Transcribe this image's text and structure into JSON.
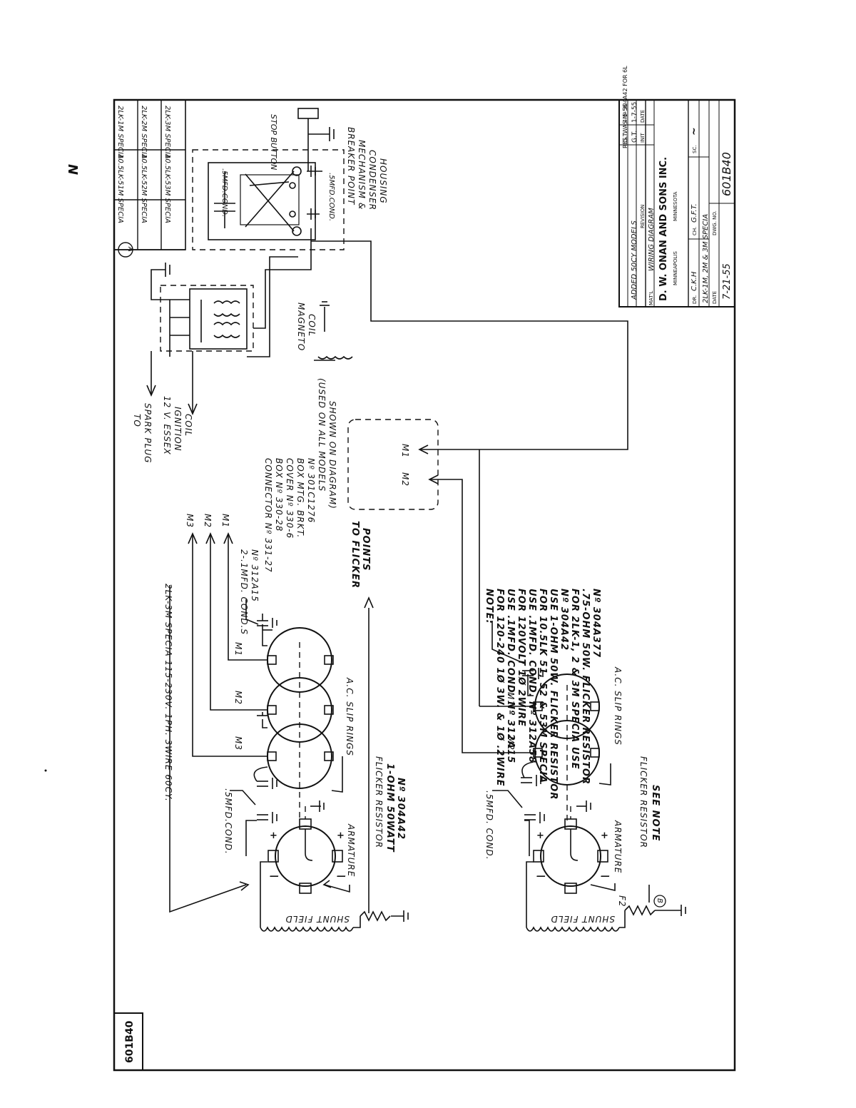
{
  "stray_mark": "N",
  "side_tab": "601B40",
  "model_table": {
    "circle_label": "A",
    "rows": [
      [
        "10.5LK-51M SPECIA",
        "2LK-1M SPECIA"
      ],
      [
        "10.5LK-52M SPECIA",
        "2LK-2M SPECIA"
      ],
      [
        "10.5LK-53M SPECIA",
        "2LK-3M SPECIA"
      ]
    ]
  },
  "title_block": {
    "rev_b": "RES. WAS Nº 304A42 FOR 6L",
    "rev_b_init": "G.T.",
    "rev_b_date": "4-5-56",
    "rev_a": "ADDED 50CY MODELS",
    "rev_a_init": "G.T.",
    "rev_a_date": "1-7-55",
    "rev_header": "REVISION",
    "init_header": "INIT",
    "date_header": "DATE",
    "matl": "MAT'L",
    "title": "WIRING DIAGRAM",
    "company": "D. W. ONAN AND SONS INC.",
    "city": "MINNEAPOLIS",
    "state": "MINNESOTA",
    "dr_label": "DR.",
    "dr": "C.K.H",
    "ch_label": "CH.",
    "ch": "G.F.T.",
    "sc_label": "SC.",
    "sc": "~",
    "model": "2LK-1M, 2M & 3M SPECIA",
    "date_label": "DATE",
    "date": "7-21-55",
    "dwg_label": "DWG. NO.",
    "dwg_no": "601B40"
  },
  "labels": {
    "stop_button": "STOP BUTTON",
    "breaker": [
      "BREAKER POINT",
      "MECHANISM &",
      "CONDENSER",
      "HOUSING"
    ],
    "smfd_cond_a": ".5MFD.COND.",
    "smfd_cond_b": ".5MFD.COND.",
    "magneto": [
      "MAGNETO",
      "COIL"
    ],
    "spark_plug": [
      "TO",
      "SPARK PLUG"
    ],
    "ignition": [
      "12 V. ESSEX",
      "IGNITION",
      "COIL"
    ],
    "connector": [
      "CONNECTOR Nº 331-27",
      "BOX Nº 330-28",
      "COVER Nº 330-6",
      "BOX MTG. BRKT.",
      "Nº 301C1276",
      "(USED ON ALL MODELS",
      "SHOWN ON DIAGRAM)"
    ],
    "m_top": [
      "M3",
      "M2",
      "M1"
    ],
    "conds_top": [
      "2-.1MFD. COND.S",
      "Nº 312A15"
    ],
    "flicker_points": [
      "TO FLICKER",
      "POINTS"
    ],
    "box_m2": "M2",
    "box_m1": "M1",
    "note": [
      "NOTE:",
      "FOR 120-240 1Ø 3W. & 1Ø .2WIRE",
      "USE .1MFD. COND. Nº 312A15",
      "FOR 120VOLT 1Ø 2WIRE",
      "USE .1MFD. COND. Nº 312A58",
      "FOR 10.5LK 51, 52 & 53M SPECIA",
      "USE 1-OHM 50W. FLICKER RESISTOR",
      "Nº 304A42",
      "FOR 2LK-1, 2 & 3M SPECIA USE",
      ".75-OHM 50W. FLICKER RESISTOR",
      "Nº 304A377"
    ],
    "spec_top": "2LK-3M SPECIA 115-230V. 1PH. 3WIRE 60CY.",
    "mfd_top": ".5MFD.COND.",
    "mfd_bottom": ".5MFD. COND.",
    "slip_top": "A.C. SLIP RINGS",
    "slip_bottom": "A.C. SLIP RINGS",
    "armature_top": "ARMATURE",
    "armature_bottom": "ARMATURE",
    "flicker_top": [
      "FLICKER RESISTOR",
      "1-OHM 50WATT",
      "Nº 304A42"
    ],
    "flicker_bottom": [
      "FLICKER RESISTOR",
      "SEE NOTE"
    ],
    "flicker_bottom_circle": "B",
    "shunt_top": "SHUNT FIELD",
    "shunt_bottom": "SHUNT FIELD",
    "m1_top_gen": "M1",
    "m2_top_gen": "M2",
    "m3_top_gen": "M3",
    "m1_bot_gen": "M1",
    "m2_bot_gen": "M2",
    "f2": "F2",
    "plus": "+",
    "minus": "—"
  }
}
